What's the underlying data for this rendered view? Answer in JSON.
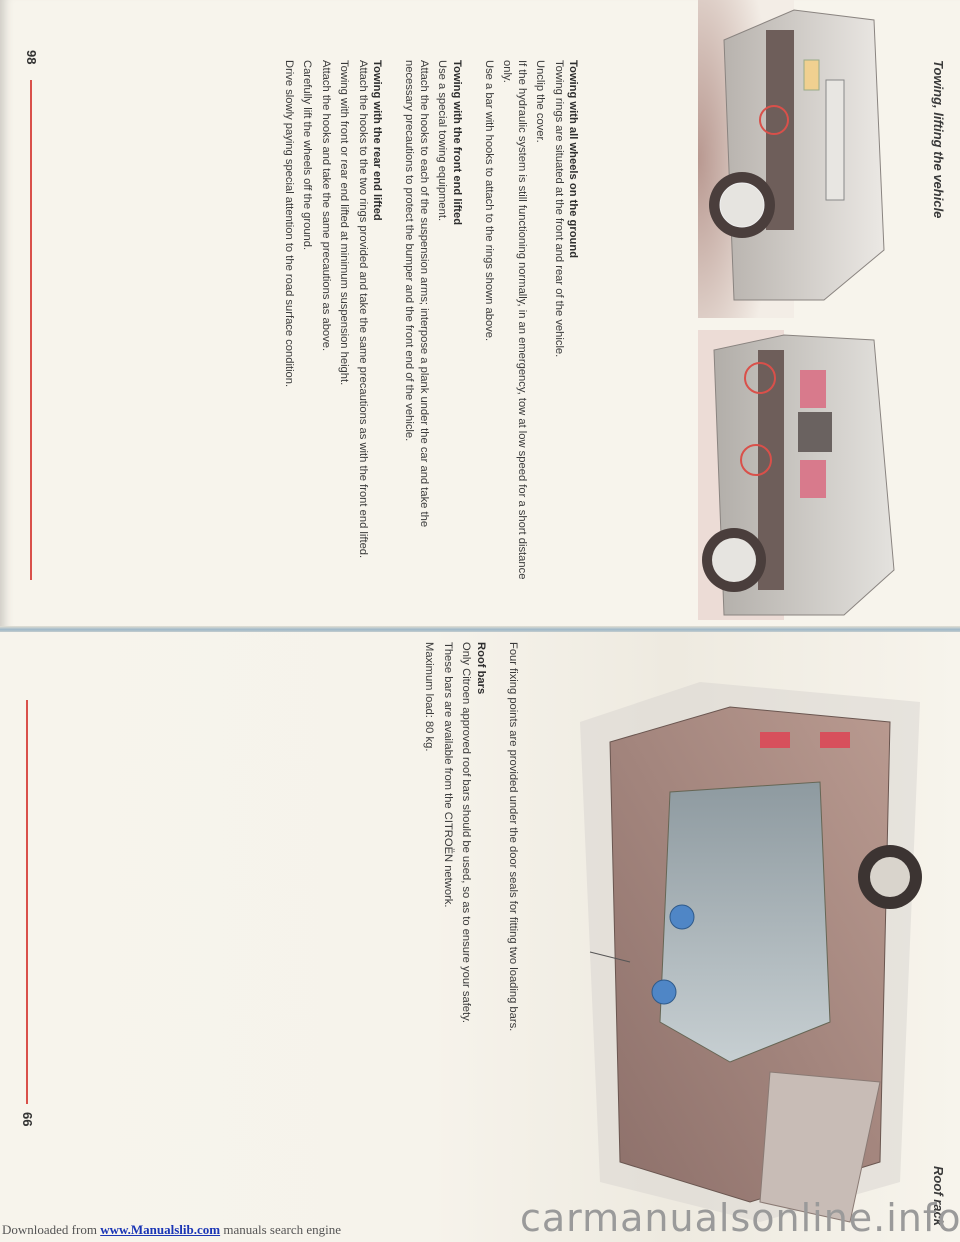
{
  "spread": {
    "orientation": "rotated 90 degrees clockwise",
    "left_page": {
      "running_head": "Towing, lifting the vehicle",
      "page_number": "98",
      "illustrations": [
        {
          "name": "car-front-towing-ring",
          "description": "Front of a silver car with red circle highlighting the towing ring behind the opened cover"
        },
        {
          "name": "car-rear-towing-ring",
          "description": "Rear of a silver car with red circles highlighting the rear towing rings"
        }
      ],
      "sections": [
        {
          "heading": "Towing with all wheels on the ground",
          "paragraphs": [
            "Towing rings are situated at the front and rear of the vehicle.",
            "Unclip the cover.",
            "If the hydraulic system is still functioning normally, in an emergency, tow at low speed for a short distance only.",
            "Use a bar with hooks to attach to the rings shown above."
          ]
        },
        {
          "heading": "Towing with the front end lifted",
          "paragraphs": [
            "Use a special towing equipment.",
            "Attach the hooks to each of the suspension arms; interpose a plank under the car and take the necessary precautions to protect the bumper and the front end of the vehicle."
          ]
        },
        {
          "heading": "Towing with the rear end lifted",
          "paragraphs": [
            "Attach the hooks to the two rings provided and take the same precautions as with the front end lifted.",
            "Towing with front or rear end lifted at minimum suspension height.",
            "Attach the hooks and take the same precautions as above.",
            "Carefully lift the wheels off the ground.",
            "Drive slowly paying special attention to the road surface condition."
          ]
        }
      ]
    },
    "right_page": {
      "running_head": "Roof rack",
      "page_number": "99",
      "illustrations": [
        {
          "name": "car-roof-fixing-points",
          "description": "Overhead view of a bronze car with door open, blue circles marking roof bar fixing points under the door seals"
        }
      ],
      "intro": "Four fixing points are provided under the door seals for fitting two loading bars.",
      "sections": [
        {
          "heading": "Roof bars",
          "paragraphs": [
            "Only Citroen approved roof bars should be used, so as to ensure your safety.",
            "These bars are available from the CITROËN network.",
            "Maximum load: 80 kg."
          ]
        }
      ]
    }
  },
  "watermarks": {
    "carmanuals": "carmanualsonline.info",
    "download_prefix": "Downloaded from ",
    "download_link": "www.Manualslib.com",
    "download_suffix": " manuals search engine"
  },
  "colors": {
    "paper": "#f7f4ec",
    "text": "#3b3b3b",
    "red_rule": "#d9504a",
    "highlight_circle_red": "#d9504a",
    "fixing_point_blue": "#4f86c6",
    "car_silver": "#c9c6c2",
    "car_bronze": "#a88a80",
    "link_blue": "#1a35b5"
  }
}
